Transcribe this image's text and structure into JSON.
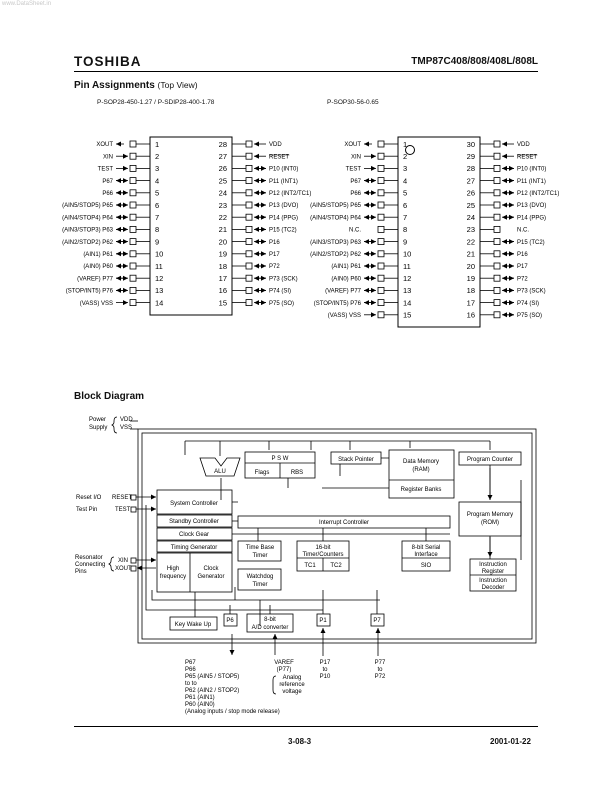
{
  "watermark": "www.DataSheet.in",
  "header": {
    "brand": "TOSHIBA",
    "part_number": "TMP87C408/808/408L/808L"
  },
  "pin_assignments": {
    "title": "Pin Assignments",
    "subtitle": "(Top View)",
    "package28": "P-SOP28-450-1.27 / P-SDIP28-400-1.78",
    "package30": "P-SOP30-56-0.65",
    "pins28": {
      "left": [
        {
          "num": "1",
          "name": "XOUT",
          "dir": "out"
        },
        {
          "num": "2",
          "name": "XIN",
          "dir": "in"
        },
        {
          "num": "3",
          "name": "TEST",
          "dir": "in"
        },
        {
          "num": "4",
          "name": "P67",
          "dir": "bi"
        },
        {
          "num": "5",
          "name": "P66",
          "dir": "bi"
        },
        {
          "num": "6",
          "name": "(AIN5/STOP5) P65",
          "dir": "bi"
        },
        {
          "num": "7",
          "name": "(AIN4/STOP4) P64",
          "dir": "bi"
        },
        {
          "num": "8",
          "name": "(AIN3/STOP3) P63",
          "dir": "bi"
        },
        {
          "num": "9",
          "name": "(AIN2/STOP2) P62",
          "dir": "bi"
        },
        {
          "num": "10",
          "name": "(AIN1) P61",
          "dir": "bi"
        },
        {
          "num": "11",
          "name": "(AIN0) P60",
          "dir": "bi"
        },
        {
          "num": "12",
          "name": "(VAREF) P77",
          "dir": "bi"
        },
        {
          "num": "13",
          "name": "(STOP/INT5) P76",
          "dir": "bi"
        },
        {
          "num": "14",
          "name": "(VASS) VSS",
          "dir": "in"
        }
      ],
      "right": [
        {
          "num": "28",
          "name": "VDD",
          "dir": "in"
        },
        {
          "num": "27",
          "name": "RESET",
          "dir": "in"
        },
        {
          "num": "26",
          "name": "P10 (INT0)",
          "dir": "bi"
        },
        {
          "num": "25",
          "name": "P11 (INT1)",
          "dir": "bi"
        },
        {
          "num": "24",
          "name": "P12 (INT2/TC1)",
          "dir": "bi"
        },
        {
          "num": "23",
          "name": "P13 (DVO)",
          "dir": "bi"
        },
        {
          "num": "22",
          "name": "P14 (PPG)",
          "dir": "bi"
        },
        {
          "num": "21",
          "name": "P15 (TC2)",
          "dir": "bi"
        },
        {
          "num": "20",
          "name": "P16",
          "dir": "bi"
        },
        {
          "num": "19",
          "name": "P17",
          "dir": "bi"
        },
        {
          "num": "18",
          "name": "P72",
          "dir": "bi"
        },
        {
          "num": "17",
          "name": "P73 (SCK)",
          "dir": "bi"
        },
        {
          "num": "16",
          "name": "P74 (SI)",
          "dir": "bi"
        },
        {
          "num": "15",
          "name": "P75 (SO)",
          "dir": "bi"
        }
      ]
    },
    "pins30": {
      "left": [
        {
          "num": "1",
          "name": "XOUT",
          "dir": "out"
        },
        {
          "num": "2",
          "name": "XIN",
          "dir": "in"
        },
        {
          "num": "3",
          "name": "TEST",
          "dir": "in"
        },
        {
          "num": "4",
          "name": "P67",
          "dir": "bi"
        },
        {
          "num": "5",
          "name": "P66",
          "dir": "bi"
        },
        {
          "num": "6",
          "name": "(AIN5/STOP5) P65",
          "dir": "bi"
        },
        {
          "num": "7",
          "name": "(AIN4/STOP4) P64",
          "dir": "bi"
        },
        {
          "num": "8",
          "name": "N.C.",
          "dir": "none"
        },
        {
          "num": "9",
          "name": "(AIN3/STOP3) P63",
          "dir": "bi"
        },
        {
          "num": "10",
          "name": "(AIN2/STOP2) P62",
          "dir": "bi"
        },
        {
          "num": "11",
          "name": "(AIN1) P61",
          "dir": "bi"
        },
        {
          "num": "12",
          "name": "(AIN0) P60",
          "dir": "bi"
        },
        {
          "num": "13",
          "name": "(VAREF) P77",
          "dir": "bi"
        },
        {
          "num": "14",
          "name": "(STOP/INT5) P76",
          "dir": "bi"
        },
        {
          "num": "15",
          "name": "(VASS) VSS",
          "dir": "in"
        }
      ],
      "right": [
        {
          "num": "30",
          "name": "VDD",
          "dir": "in"
        },
        {
          "num": "29",
          "name": "RESET",
          "dir": "in"
        },
        {
          "num": "28",
          "name": "P10 (INT0)",
          "dir": "bi"
        },
        {
          "num": "27",
          "name": "P11 (INT1)",
          "dir": "bi"
        },
        {
          "num": "26",
          "name": "P12 (INT2/TC1)",
          "dir": "bi"
        },
        {
          "num": "25",
          "name": "P13 (DVO)",
          "dir": "bi"
        },
        {
          "num": "24",
          "name": "P14 (PPG)",
          "dir": "bi"
        },
        {
          "num": "23",
          "name": "N.C.",
          "dir": "none"
        },
        {
          "num": "22",
          "name": "P15 (TC2)",
          "dir": "bi"
        },
        {
          "num": "21",
          "name": "P16",
          "dir": "bi"
        },
        {
          "num": "20",
          "name": "P17",
          "dir": "bi"
        },
        {
          "num": "19",
          "name": "P72",
          "dir": "bi"
        },
        {
          "num": "18",
          "name": "P73 (SCK)",
          "dir": "bi"
        },
        {
          "num": "17",
          "name": "P74 (SI)",
          "dir": "bi"
        },
        {
          "num": "16",
          "name": "P75 (SO)",
          "dir": "bi"
        }
      ]
    }
  },
  "block_diagram": {
    "title": "Block Diagram",
    "labels": {
      "power": "Power",
      "supply": "Supply",
      "vdd": "VDD",
      "vss": "VSS",
      "reset_io": "Reset I/O",
      "reset": "RESET",
      "test_pin": "Test Pin",
      "test": "TEST",
      "resonator": "Resonator",
      "connecting": "Connecting",
      "pins": "Pins",
      "xin": "XIN",
      "xout": "XOUT"
    },
    "blocks": {
      "alu": "ALU",
      "psw": "P   S   W",
      "flags": "Flags",
      "rbs": "RBS",
      "stack_pointer": "Stack Pointer",
      "data_memory_1": "Data Memory",
      "data_memory_2": "(RAM)",
      "register_banks": "Register Banks",
      "program_counter": "Program Counter",
      "system_controller": "System Controller",
      "standby_controller": "Standby Controller",
      "clock_gear": "Clock Gear",
      "timing_generator": "Timing Generator",
      "high_frequency_1": "High",
      "high_frequency_2": "frequency",
      "clock_generator_1": "Clock",
      "clock_generator_2": "Generator",
      "interrupt_controller": "Interrupt Controller",
      "program_memory_1": "Program Memory",
      "program_memory_2": "(ROM)",
      "time_base_1": "Time Base",
      "time_base_2": "Timer",
      "watchdog_1": "Watchdog",
      "watchdog_2": "Timer",
      "timer_counters_1": "16-bit",
      "timer_counters_2": "Timer/Counters",
      "tc1": "TC1",
      "tc2": "TC2",
      "serial_1": "8-bit Serial",
      "serial_2": "Interface",
      "sio": "SIO",
      "ir_1": "Instruction",
      "ir_2": "Register",
      "id_1": "Instruction",
      "id_2": "Decoder",
      "key_wake_up": "Key Wake Up",
      "p6": "P6",
      "adc_1": "8-bit",
      "adc_2": "A/D converter",
      "p1": "P1",
      "p7": "P7"
    },
    "bottom": {
      "p6_lines": [
        "P67",
        "P66",
        "P65 (AIN5 / STOP5)",
        "to            to",
        "P62 (AIN2 / STOP2)",
        "P61 (AIN1)",
        "P60 (AIN0)",
        "(Analog inputs / stop mode release)"
      ],
      "varef_lines": [
        "VAREF",
        "(P77)"
      ],
      "analog_lines": [
        "Analog",
        "reference",
        "voltage"
      ],
      "p1_lines": [
        "P17",
        "to",
        "P10"
      ],
      "p7_lines": [
        "P77",
        "to",
        "P72"
      ]
    }
  },
  "footer": {
    "page": "3-08-3",
    "date": "2001-01-22"
  }
}
